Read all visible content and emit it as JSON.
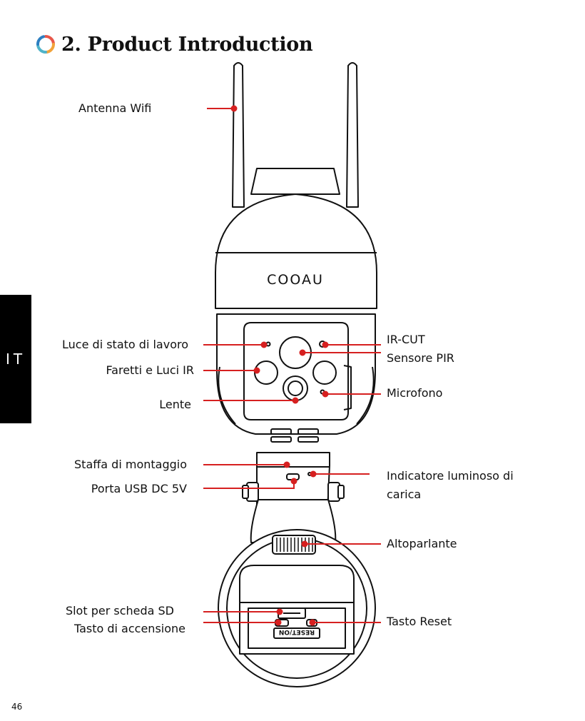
{
  "header": {
    "title": "2. Product Introduction"
  },
  "side_tab": {
    "label": "IT"
  },
  "brand": "COOAU",
  "labels": {
    "antenna": "Antenna Wifi",
    "status_light": "Luce di stato di lavoro",
    "spotlights": "Faretti e Luci IR",
    "lens": "Lente",
    "ircut": "IR-CUT",
    "pir": "Sensore PIR",
    "mic": "Microfono",
    "bracket": "Staffa di montaggio",
    "usb": "Porta USB DC 5V",
    "charge_line1": "Indicatore luminoso di",
    "charge_line2": "carica",
    "speaker": "Altoparlante",
    "sd": "Slot per scheda SD",
    "power": "Tasto di accensione",
    "reset": "Tasto Reset"
  },
  "footer": {
    "page_number": "46"
  },
  "colors": {
    "accent": "#d62020",
    "line": "#111111"
  }
}
